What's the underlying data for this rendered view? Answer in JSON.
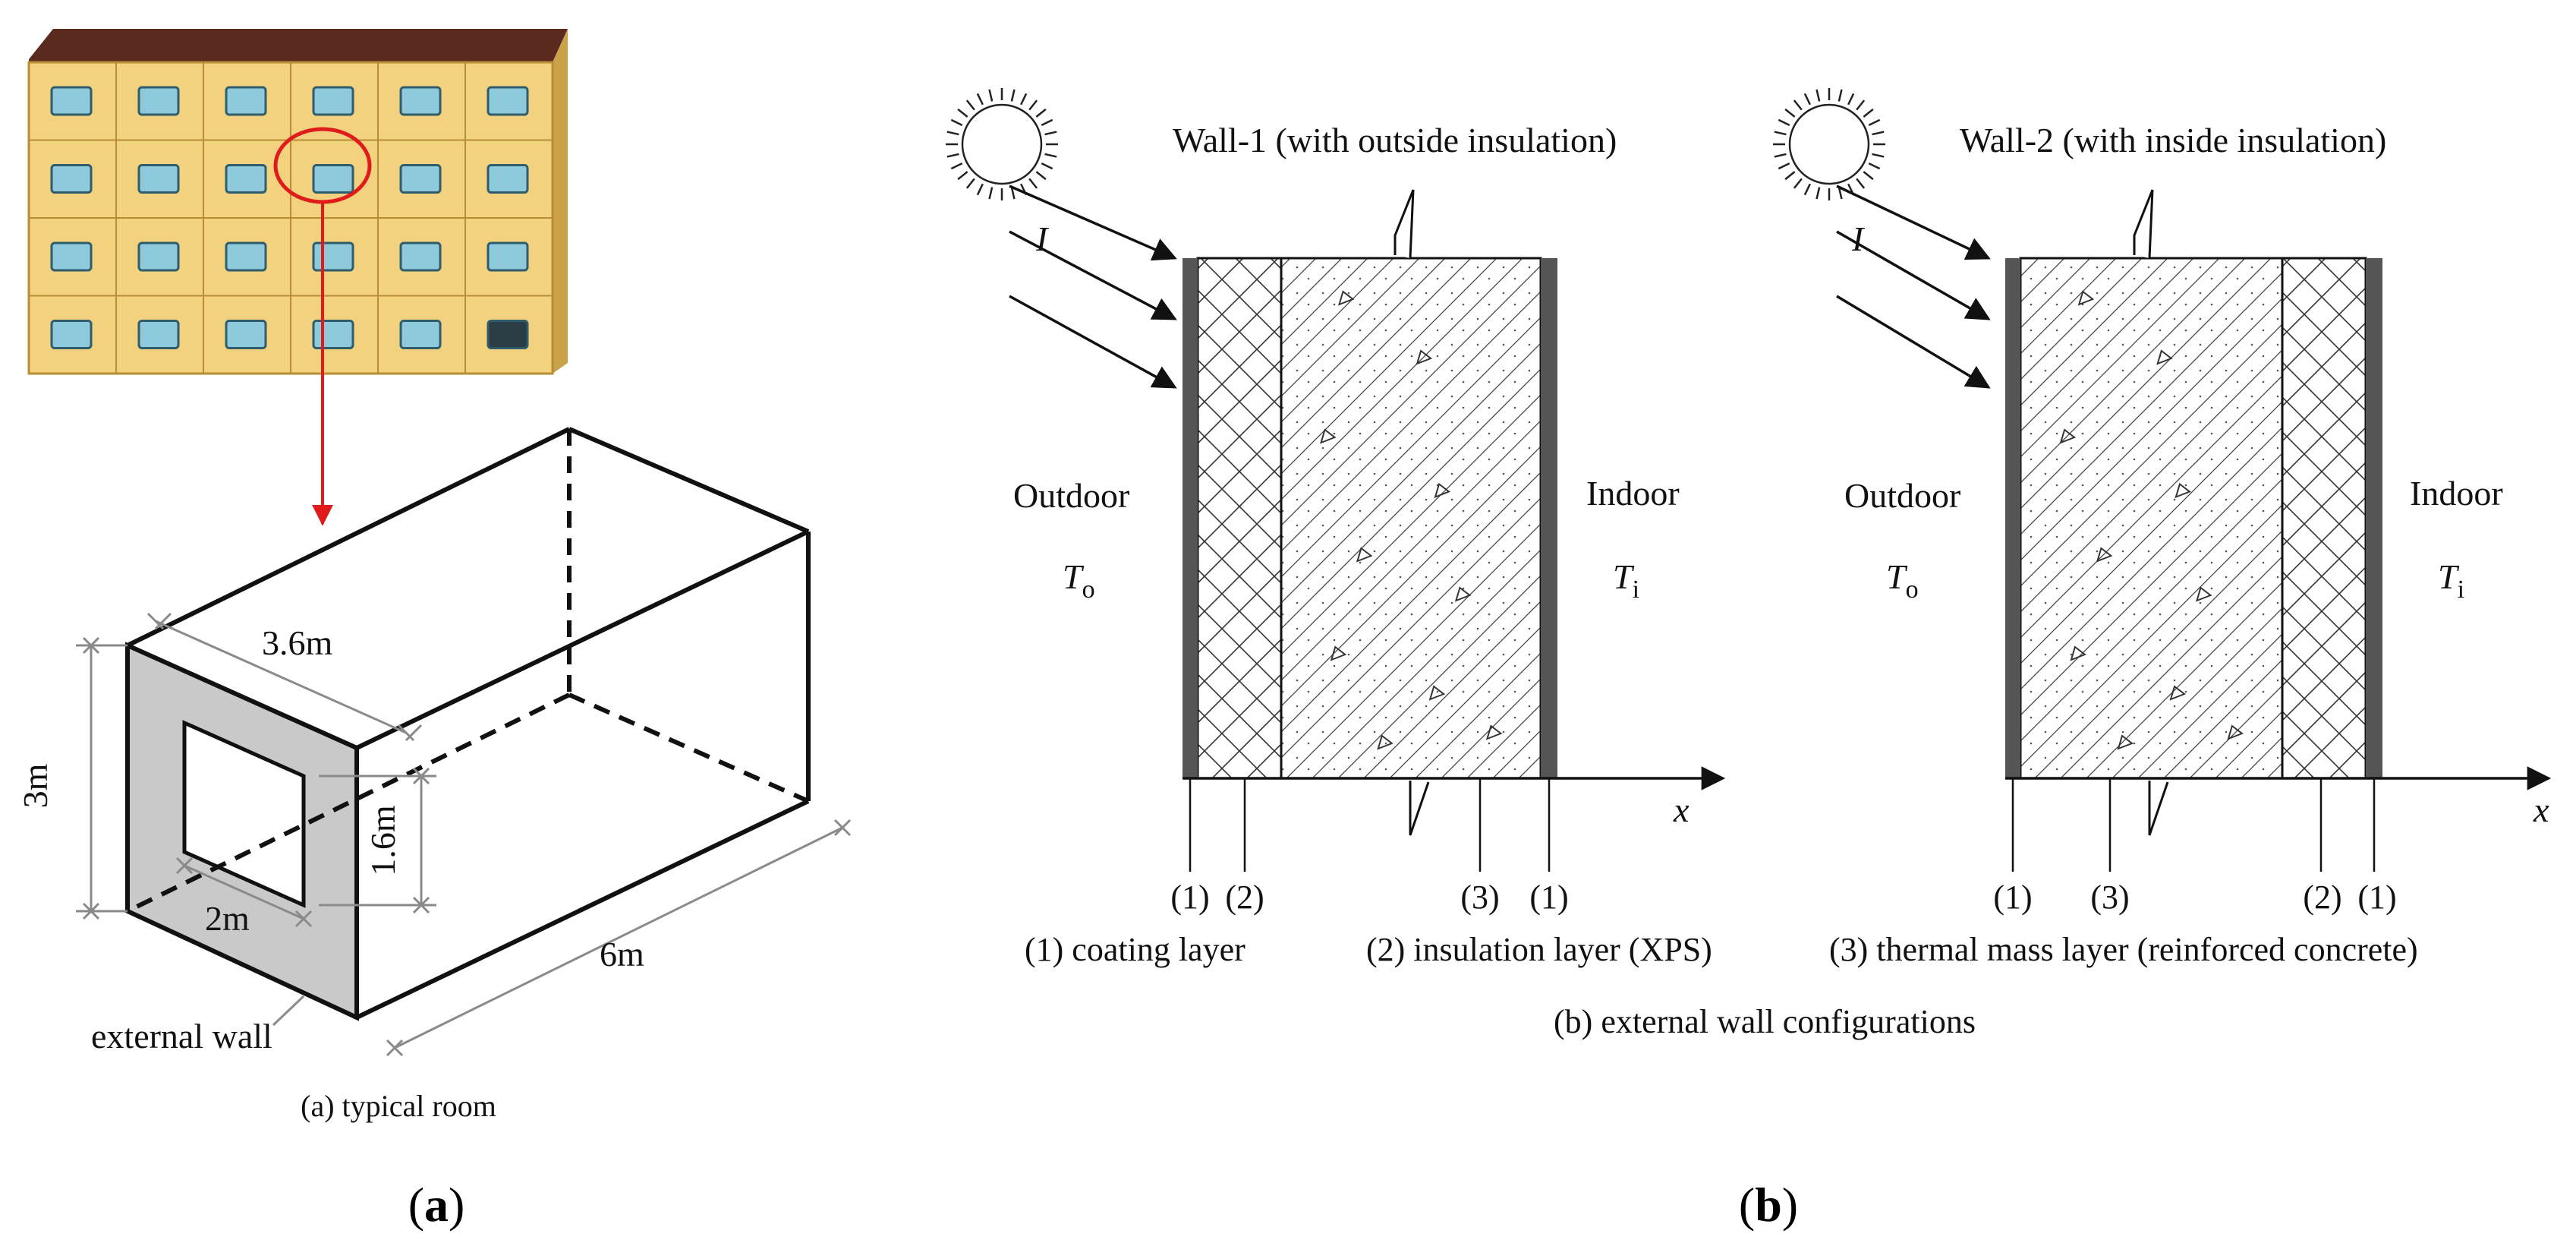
{
  "panel_a": {
    "dimensions": {
      "depth": "3.6m",
      "height": "3m",
      "window_height": "1.6m",
      "window_width": "2m",
      "length": "6m"
    },
    "external_wall_label": "external wall",
    "caption": "(a) typical room",
    "panel_label_prefix": "(",
    "panel_label_letter": "a",
    "panel_label_suffix": ")"
  },
  "panel_b": {
    "wall1": {
      "title": "Wall-1 (with outside insulation)",
      "outdoor": "Outdoor",
      "indoor": "Indoor",
      "To_symbol": "T",
      "To_sub": "o",
      "Ti_symbol": "T",
      "Ti_sub": "i",
      "irradiance": "I",
      "axis": "x",
      "markers": [
        "(1)",
        "(2)",
        "(3)",
        "(1)"
      ]
    },
    "wall2": {
      "title": "Wall-2 (with inside insulation)",
      "outdoor": "Outdoor",
      "indoor": "Indoor",
      "To_symbol": "T",
      "To_sub": "o",
      "Ti_symbol": "T",
      "Ti_sub": "i",
      "irradiance": "I",
      "axis": "x",
      "markers": [
        "(1)",
        "(3)",
        "(2)",
        "(1)"
      ]
    },
    "legend": {
      "coating": "(1) coating layer",
      "insulation": "(2) insulation layer (XPS)",
      "thermal_mass": "(3) thermal mass layer (reinforced concrete)"
    },
    "caption": "(b)  external wall configurations",
    "panel_label_prefix": "(",
    "panel_label_letter": "b",
    "panel_label_suffix": ")"
  },
  "colors": {
    "facade": "#f2d27e",
    "facade_edge": "#c9a24a",
    "roof": "#5a2a1e",
    "window_glass": "#8ec9dc",
    "highlight": "#e01b1b",
    "wall_fill": "#c9c9c9",
    "coating": "#555555",
    "line": "#111111",
    "dim_line": "#8a8a8a"
  }
}
